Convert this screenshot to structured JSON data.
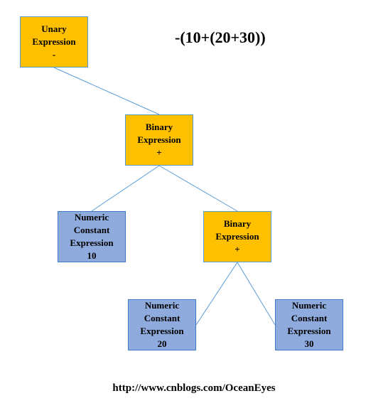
{
  "expression": "-(10+(20+30))",
  "footer": "http://www.cnblogs.com/OceanEyes",
  "colors": {
    "operator_fill": "#ffc000",
    "constant_fill": "#8faadc",
    "edge": "#5b9bd5"
  },
  "nodes": {
    "unary": {
      "line1": "Unary",
      "line2": "Expression",
      "line3": "-"
    },
    "bin1": {
      "line1": "Binary",
      "line2": "Expression",
      "line3": "+"
    },
    "num10": {
      "line1": "Numeric",
      "line2": "Constant",
      "line3": "Expression",
      "line4": "10"
    },
    "bin2": {
      "line1": "Binary",
      "line2": "Expression",
      "line3": "+"
    },
    "num20": {
      "line1": "Numeric",
      "line2": "Constant",
      "line3": "Expression",
      "line4": "20"
    },
    "num30": {
      "line1": "Numeric",
      "line2": "Constant",
      "line3": "Expression",
      "line4": "30"
    }
  },
  "edges": [
    {
      "from": "unary",
      "to": "bin1"
    },
    {
      "from": "bin1",
      "to": "num10"
    },
    {
      "from": "bin1",
      "to": "bin2"
    },
    {
      "from": "bin2",
      "to": "num20"
    },
    {
      "from": "bin2",
      "to": "num30"
    }
  ]
}
